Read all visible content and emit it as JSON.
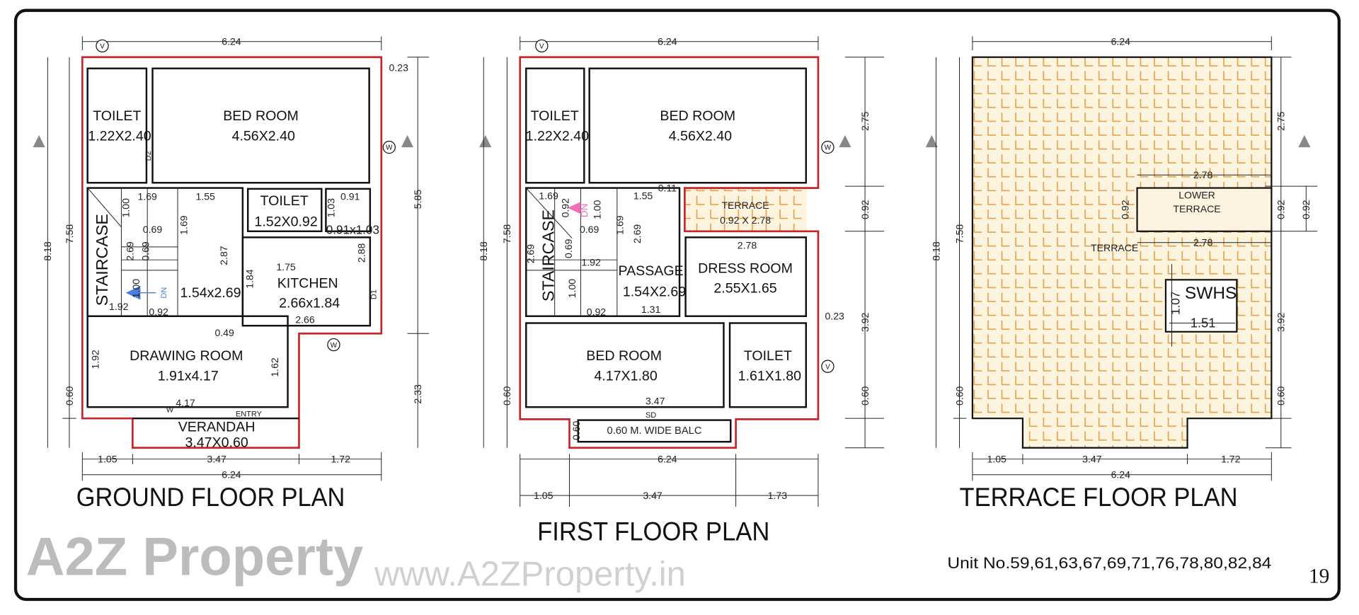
{
  "watermark": {
    "logo": "A2Z Property",
    "url": "www.A2ZProperty.in"
  },
  "colors": {
    "outline_red": "#c8252b",
    "tile_orange": "#e2a04a",
    "tile_bg": "#fdf4df",
    "stair_arrow_blue": "#4a7fe0",
    "stair_arrow_pink": "#ee6fb5"
  },
  "ground": {
    "title": "GROUND FLOOR PLAN",
    "rooms": {
      "toilet1_name": "TOILET",
      "toilet1_size": "1.22X2.40",
      "bed_name": "BED ROOM",
      "bed_size": "4.56X2.40",
      "toilet2_name": "TOILET",
      "toilet2_size": "1.52X0.92",
      "store_size": "0.91x1.03",
      "kitchen_name": "KITCHEN",
      "kitchen_size": "2.66x1.84",
      "stair_name": "STAIRCASE",
      "passage_size": "1.54x2.69",
      "drawing_name": "DRAWING ROOM",
      "drawing_size": "1.91x4.17",
      "verandah_name": "VERANDAH",
      "verandah_size": "3.47X0.60",
      "entry": "ENTRY",
      "d1": "D1",
      "d2": "D2",
      "w": "W",
      "dn": "DN"
    },
    "dims": [
      "6.24",
      "0.23",
      "5.85",
      "2.33",
      "8.18",
      "7.58",
      "0.60",
      "1.05",
      "3.47",
      "1.72",
      "6.24",
      "1.69",
      "1.55",
      "0.91",
      "1.00",
      "0.69",
      "1.69",
      "2.87",
      "2.69",
      "0.69",
      "1.75",
      "1.84",
      "2.88",
      "1.03",
      "1.00",
      "1.92",
      "0.92",
      "0.49",
      "2.66",
      "1.92",
      "1.62",
      "4.17"
    ]
  },
  "first": {
    "title": "FIRST FLOOR PLAN",
    "rooms": {
      "toilet1_name": "TOILET",
      "toilet1_size": "1.22X2.40",
      "bed1_name": "BED ROOM",
      "bed1_size": "4.56X2.40",
      "terrace_name": "TERRACE",
      "terrace_size": "0.92 X 2.78",
      "dress_name": "DRESS ROOM",
      "dress_size": "2.55X1.65",
      "passage_name": "PASSAGE",
      "passage_size": "1.54X2.69",
      "stair_name": "STAIRCASE",
      "bed2_name": "BED ROOM",
      "bed2_size": "4.17X1.80",
      "toilet2_name": "TOILET",
      "toilet2_size": "1.61X1.80",
      "balc": "0.60 M. WIDE BALC",
      "sd": "SD",
      "dn": "DN"
    },
    "dims": [
      "6.24",
      "2.75",
      "0.92",
      "3.92",
      "0.60",
      "8.18",
      "7.58",
      "0.60",
      "6.24",
      "1.05",
      "3.47",
      "1.73",
      "0.23",
      "1.69",
      "1.55",
      "0.11",
      "0.92",
      "1.00",
      "0.69",
      "1.69",
      "2.69",
      "0.69",
      "1.92",
      "2.69",
      "1.00",
      "0.92",
      "1.31",
      "2.78",
      "3.47",
      "0.60"
    ]
  },
  "terrace": {
    "title": "TERRACE FLOOR PLAN",
    "labels": {
      "lower1": "LOWER",
      "lower2": "TERRACE",
      "terrace": "TERRACE",
      "swhs": "SWHS"
    },
    "dims": [
      "6.24",
      "2.75",
      "0.92",
      "0.92",
      "3.92",
      "0.60",
      "8.18",
      "7.58",
      "0.60",
      "1.05",
      "3.47",
      "1.72",
      "6.24",
      "2.78",
      "2.78",
      "0.92",
      "1.51",
      "1.07"
    ]
  },
  "markers": {
    "v": "V",
    "w": "W"
  },
  "footer": {
    "units": "Unit No.59,61,63,67,69,71,76,78,80,82,84",
    "page": "19"
  }
}
